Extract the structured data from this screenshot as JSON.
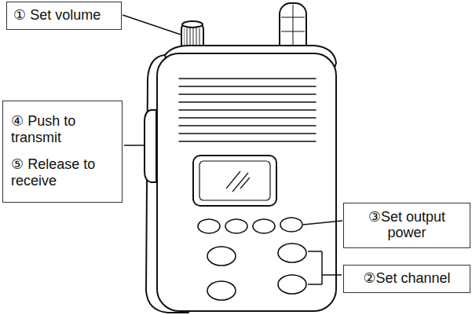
{
  "diagram": {
    "nodes": [
      {
        "text": [
          "① Set volume"
        ]
      },
      {
        "text": [
          "④ Push to transmit",
          "⑤ Release to receive"
        ]
      },
      {
        "text": [
          "③Set output power"
        ]
      },
      {
        "text": [
          "②Set channel"
        ]
      }
    ]
  }
}
